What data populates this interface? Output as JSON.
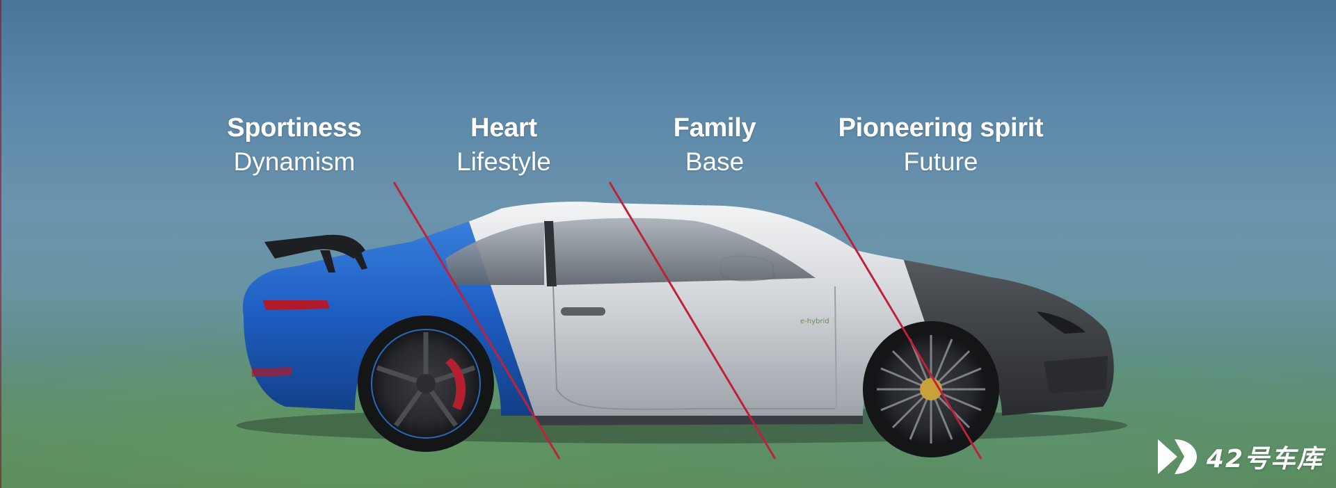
{
  "labels": [
    {
      "title": "Sportiness",
      "subtitle": "Dynamism"
    },
    {
      "title": "Heart",
      "subtitle": "Lifestyle"
    },
    {
      "title": "Family",
      "subtitle": "Base"
    },
    {
      "title": "Pioneering spirit",
      "subtitle": "Future"
    }
  ],
  "watermark": {
    "text": "42号车库",
    "icon": "play-logo-icon"
  },
  "colors": {
    "divider": "#c0213a",
    "blue_section": "#1f5fbf",
    "silver_section": "#cfd3d8",
    "carbon_section": "#4a4d52",
    "tire": "#1a1b1d"
  }
}
